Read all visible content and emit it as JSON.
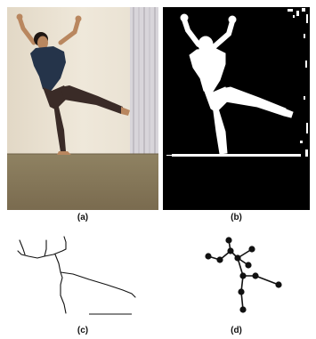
{
  "figure": {
    "panels": [
      {
        "id": "a",
        "caption": "(a)",
        "content": "photo-person-balancing"
      },
      {
        "id": "b",
        "caption": "(b)",
        "content": "binary-silhouette-mask"
      },
      {
        "id": "c",
        "caption": "(c)",
        "content": "thinned-skeleton"
      },
      {
        "id": "d",
        "caption": "(d)",
        "content": "skeleton-graph-nodes"
      }
    ],
    "colors": {
      "wall": "#ece4d6",
      "curtain": "#d7d4d8",
      "floor": "#8a7b5c",
      "shirt": "#25344a",
      "pants": "#3a2b27",
      "skin": "#b9875f",
      "mask_bg": "#000000",
      "mask_fg": "#ffffff",
      "line": "#111111"
    }
  }
}
